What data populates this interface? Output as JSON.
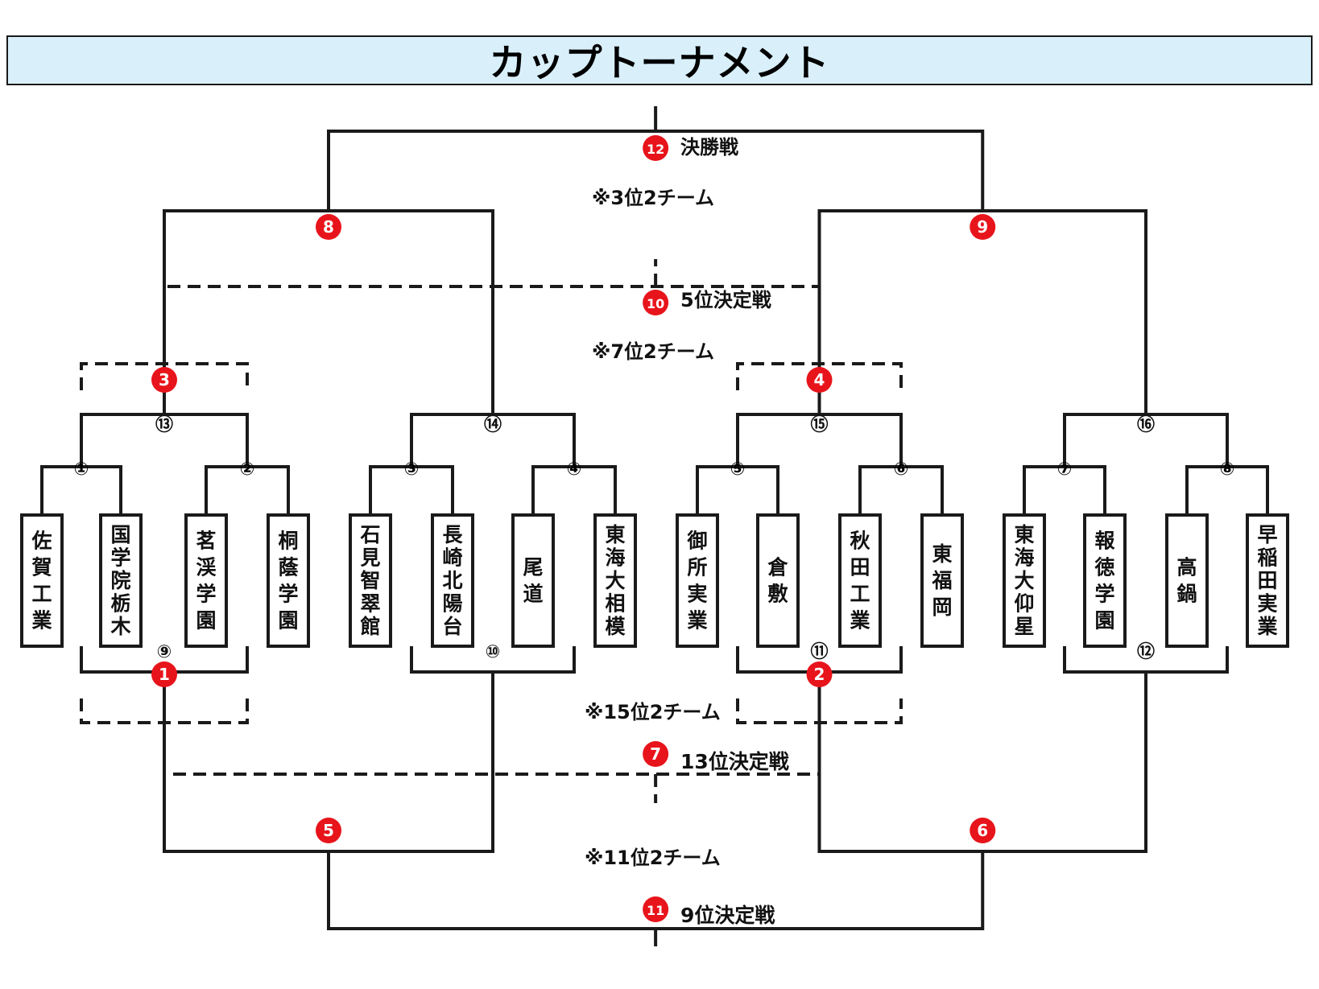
{
  "title": "カップトーナメント",
  "colors": {
    "banner": "#d9f0fb",
    "line": "#1a1a1a",
    "red_badge": "#e8141b"
  },
  "teams": [
    "佐賀工業",
    "国学院栃木",
    "茗渓学園",
    "桐蔭学園",
    "石見智翠館",
    "長崎北陽台",
    "尾道",
    "東海大相模",
    "御所実業",
    "倉敷",
    "秋田工業",
    "東福岡",
    "東海大仰星",
    "報徳学園",
    "高鍋",
    "早稲田実業"
  ],
  "first_round": [
    "①",
    "②",
    "③",
    "④",
    "⑤",
    "⑥",
    "⑦",
    "⑧"
  ],
  "second_round_upper": [
    "⑬",
    "⑭",
    "⑮",
    "⑯"
  ],
  "second_round_lower": [
    "⑨",
    "⑩",
    "⑪",
    "⑫"
  ],
  "red_matches": [
    "1",
    "2",
    "3",
    "4",
    "5",
    "6",
    "7",
    "8",
    "9",
    "10",
    "11",
    "12"
  ],
  "labels": {
    "final": "決勝戦",
    "third": "※3位2チーム",
    "fifth": "5位決定戦",
    "seventh": "※7位2チーム",
    "fifteenth": "※15位2チーム",
    "thirteenth": "13位決定戦",
    "eleventh": "※11位2チーム",
    "ninth": "9位決定戦"
  }
}
